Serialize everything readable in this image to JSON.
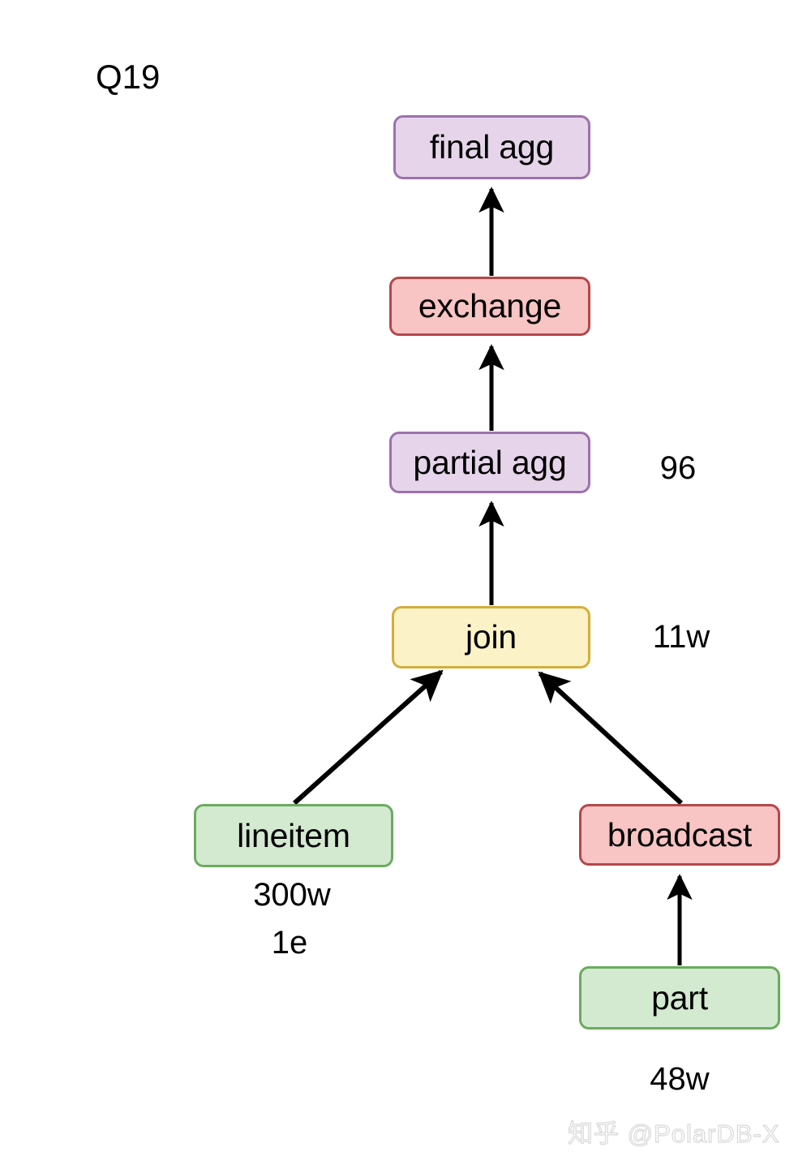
{
  "title": "Q19",
  "watermark": "知乎 @PolarDB-X",
  "colors": {
    "purple_fill": "#e6d5ea",
    "purple_border": "#9d71ad",
    "red_fill": "#f9c4c4",
    "red_border": "#b5474a",
    "yellow_fill": "#fbf2c8",
    "yellow_border": "#d4ae3c",
    "green_fill": "#d3e9d0",
    "green_border": "#6aab5e",
    "edge": "#000000",
    "text": "#000000",
    "background": "#ffffff"
  },
  "nodes": [
    {
      "id": "final-agg",
      "label": "final agg",
      "color": "purple"
    },
    {
      "id": "exchange",
      "label": "exchange",
      "color": "red"
    },
    {
      "id": "partial-agg",
      "label": "partial agg",
      "color": "purple"
    },
    {
      "id": "join",
      "label": "join",
      "color": "yellow"
    },
    {
      "id": "lineitem",
      "label": "lineitem",
      "color": "green"
    },
    {
      "id": "broadcast",
      "label": "broadcast",
      "color": "red"
    },
    {
      "id": "part",
      "label": "part",
      "color": "green"
    }
  ],
  "annotations": [
    {
      "id": "partial-agg-count",
      "text": "96",
      "for": "partial-agg"
    },
    {
      "id": "join-rows",
      "text": "11w",
      "for": "join"
    },
    {
      "id": "lineitem-rows",
      "text": "300w",
      "for": "lineitem"
    },
    {
      "id": "lineitem-parallel",
      "text": "1e",
      "for": "lineitem"
    },
    {
      "id": "part-rows",
      "text": "48w",
      "for": "part"
    }
  ],
  "edges": [
    {
      "from": "join",
      "to": "partial-agg"
    },
    {
      "from": "partial-agg",
      "to": "exchange"
    },
    {
      "from": "exchange",
      "to": "final-agg"
    },
    {
      "from": "lineitem",
      "to": "join"
    },
    {
      "from": "broadcast",
      "to": "join"
    },
    {
      "from": "part",
      "to": "broadcast"
    }
  ]
}
